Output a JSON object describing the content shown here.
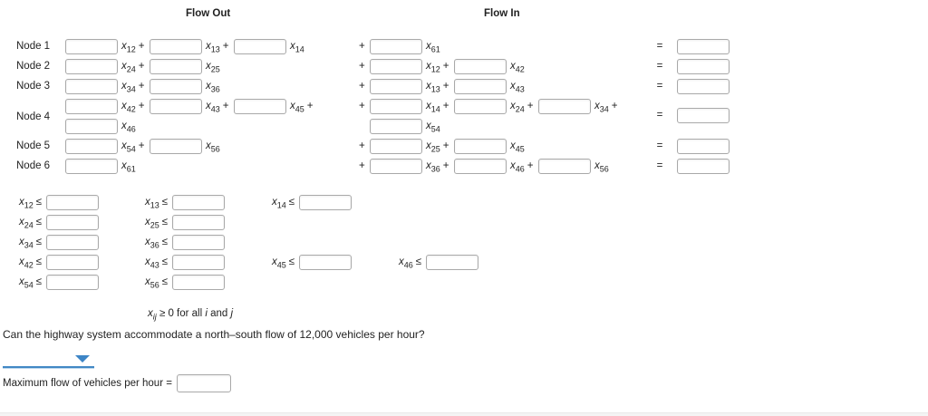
{
  "headers": {
    "flow_out": "Flow Out",
    "flow_in": "Flow In"
  },
  "symbols": {
    "plus": "+",
    "equals": "="
  },
  "colors": {
    "accent_blue": "#3d85c6"
  },
  "nodes": [
    {
      "label": "Node 1",
      "lines": [
        {
          "out": [
            {
              "base": "x",
              "sub": "12",
              "op": "+"
            },
            {
              "base": "x",
              "sub": "13",
              "op": "+"
            },
            {
              "base": "x",
              "sub": "14"
            }
          ],
          "in": [
            {
              "base": "x",
              "sub": "61"
            }
          ]
        }
      ]
    },
    {
      "label": "Node 2",
      "lines": [
        {
          "out": [
            {
              "base": "x",
              "sub": "24",
              "op": "+"
            },
            {
              "base": "x",
              "sub": "25"
            }
          ],
          "in": [
            {
              "base": "x",
              "sub": "12",
              "op": "+"
            },
            {
              "base": "x",
              "sub": "42"
            }
          ]
        }
      ]
    },
    {
      "label": "Node 3",
      "lines": [
        {
          "out": [
            {
              "base": "x",
              "sub": "34",
              "op": "+"
            },
            {
              "base": "x",
              "sub": "36"
            }
          ],
          "in": [
            {
              "base": "x",
              "sub": "13",
              "op": "+"
            },
            {
              "base": "x",
              "sub": "43"
            }
          ]
        }
      ]
    },
    {
      "label": "Node 4",
      "lines": [
        {
          "out": [
            {
              "base": "x",
              "sub": "42",
              "op": "+"
            },
            {
              "base": "x",
              "sub": "43",
              "op": "+"
            },
            {
              "base": "x",
              "sub": "45",
              "op": "+"
            }
          ],
          "in": [
            {
              "base": "x",
              "sub": "14",
              "op": "+"
            },
            {
              "base": "x",
              "sub": "24",
              "op": "+"
            },
            {
              "base": "x",
              "sub": "34",
              "op": "+"
            }
          ]
        },
        {
          "no_plus": true,
          "out": [
            {
              "base": "x",
              "sub": "46"
            }
          ],
          "in": [
            {
              "base": "x",
              "sub": "54"
            }
          ]
        }
      ]
    },
    {
      "label": "Node 5",
      "lines": [
        {
          "out": [
            {
              "base": "x",
              "sub": "54",
              "op": "+"
            },
            {
              "base": "x",
              "sub": "56"
            }
          ],
          "in": [
            {
              "base": "x",
              "sub": "25",
              "op": "+"
            },
            {
              "base": "x",
              "sub": "45"
            }
          ]
        }
      ]
    },
    {
      "label": "Node 6",
      "lines": [
        {
          "out": [
            {
              "base": "x",
              "sub": "61"
            }
          ],
          "in": [
            {
              "base": "x",
              "sub": "36",
              "op": "+"
            },
            {
              "base": "x",
              "sub": "46",
              "op": "+"
            },
            {
              "base": "x",
              "sub": "56"
            }
          ]
        }
      ]
    }
  ],
  "constraints": {
    "rows": [
      [
        {
          "base": "x",
          "sub": "12",
          "rel": "≤"
        },
        {
          "base": "x",
          "sub": "13",
          "rel": "≤"
        },
        {
          "base": "x",
          "sub": "14",
          "rel": "≤"
        }
      ],
      [
        {
          "base": "x",
          "sub": "24",
          "rel": "≤"
        },
        {
          "base": "x",
          "sub": "25",
          "rel": "≤"
        }
      ],
      [
        {
          "base": "x",
          "sub": "34",
          "rel": "≤"
        },
        {
          "base": "x",
          "sub": "36",
          "rel": "≤"
        }
      ],
      [
        {
          "base": "x",
          "sub": "42",
          "rel": "≤"
        },
        {
          "base": "x",
          "sub": "43",
          "rel": "≤"
        },
        {
          "base": "x",
          "sub": "45",
          "rel": "≤"
        },
        {
          "base": "x",
          "sub": "46",
          "rel": "≤"
        }
      ],
      [
        {
          "base": "x",
          "sub": "54",
          "rel": "≤"
        },
        {
          "base": "x",
          "sub": "56",
          "rel": "≤"
        }
      ]
    ]
  },
  "nonnegativity": {
    "base": "x",
    "sub": "ij",
    "rest": "≥ 0 for all",
    "i": "i",
    "conj": "and",
    "j": "j"
  },
  "question": "Can the highway system accommodate a north–south flow of 12,000 vehicles per hour?",
  "answer": {
    "dropdown_value": "",
    "label": "Maximum flow of vehicles per hour =",
    "input_value": ""
  }
}
